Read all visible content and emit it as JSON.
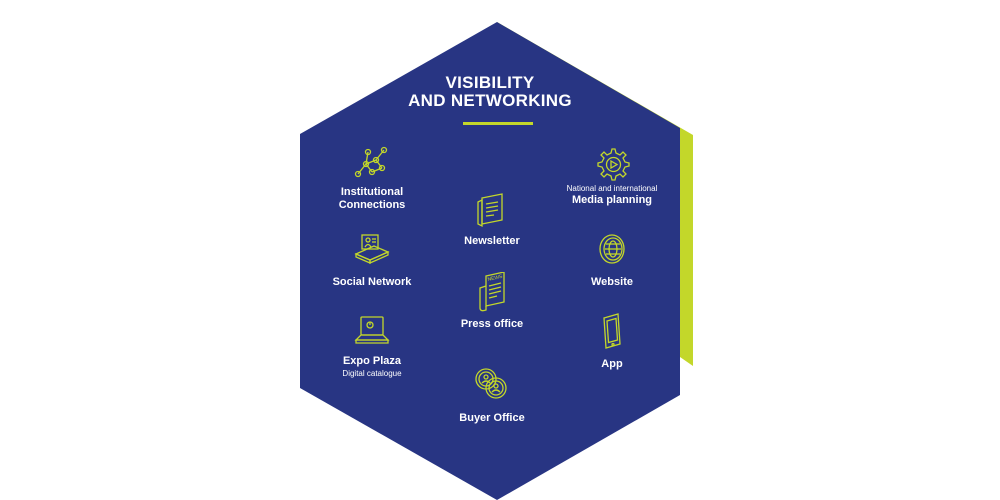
{
  "title": {
    "line1": "VISIBILITY",
    "line2": "AND NETWORKING"
  },
  "colors": {
    "hexagon_fill": "#283583",
    "accent": "#c3d72a",
    "text": "#ffffff",
    "background": "#ffffff"
  },
  "items": {
    "institutional": {
      "label1": "Institutional",
      "label2": "Connections",
      "icon": "network-nodes-icon"
    },
    "social": {
      "label": "Social Network",
      "icon": "monitor-user-icon"
    },
    "expo": {
      "label": "Expo Plaza",
      "sub": "Digital catalogue",
      "icon": "laptop-icon"
    },
    "newsletter": {
      "label": "Newsletter",
      "icon": "newsletter-icon"
    },
    "press": {
      "label": "Press office",
      "icon": "newspaper-icon",
      "icon_text": "NEWS"
    },
    "buyer": {
      "label": "Buyer Office",
      "icon": "people-coins-icon"
    },
    "media": {
      "sub": "National and international",
      "label": "Media planning",
      "icon": "gear-icon"
    },
    "website": {
      "label": "Website",
      "icon": "globe-icon"
    },
    "app": {
      "label": "App",
      "icon": "smartphone-icon"
    }
  }
}
